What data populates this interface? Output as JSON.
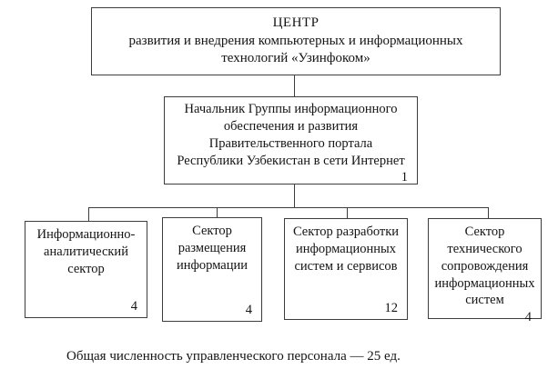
{
  "colors": {
    "background": "#ffffff",
    "line": "#3d3d3d",
    "text": "#141414"
  },
  "org_chart": {
    "center": {
      "label": "ЦЕНТР развития и внедрения компьютерных и информационных технологий «Узинфоком»",
      "lines": [
        "ЦЕНТР",
        "развития и внедрения компьютерных и информационных",
        "технологий «Узинфоком»"
      ]
    },
    "manager": {
      "label": "Начальник Группы информационного обеспечения и развития Правительственного портала Республики Узбекистан в сети Интернет",
      "lines": [
        "Начальник Группы информационного",
        "обеспечения и развития",
        "Правительственного портала",
        "Республики Узбекистан в сети Интернет"
      ],
      "headcount": "1"
    },
    "departments": [
      {
        "label": "Информационно-аналитический сектор",
        "lines": [
          "Информационно-",
          "аналитический",
          "сектор"
        ],
        "headcount": "4"
      },
      {
        "label": "Сектор размещения информации",
        "lines": [
          "Сектор",
          "размещения",
          "информации"
        ],
        "headcount": "4"
      },
      {
        "label": "Сектор разработки информационных систем и сервисов",
        "lines": [
          "Сектор разработки",
          "информационных",
          "систем и сервисов"
        ],
        "headcount": "12"
      },
      {
        "label": "Сектор технического сопровождения информационных систем",
        "lines": [
          "Сектор",
          "технического",
          "сопровождения",
          "информационных",
          "систем"
        ],
        "headcount": "4"
      }
    ],
    "caption": "Общая численность управленческого персонала — 25 ед."
  }
}
